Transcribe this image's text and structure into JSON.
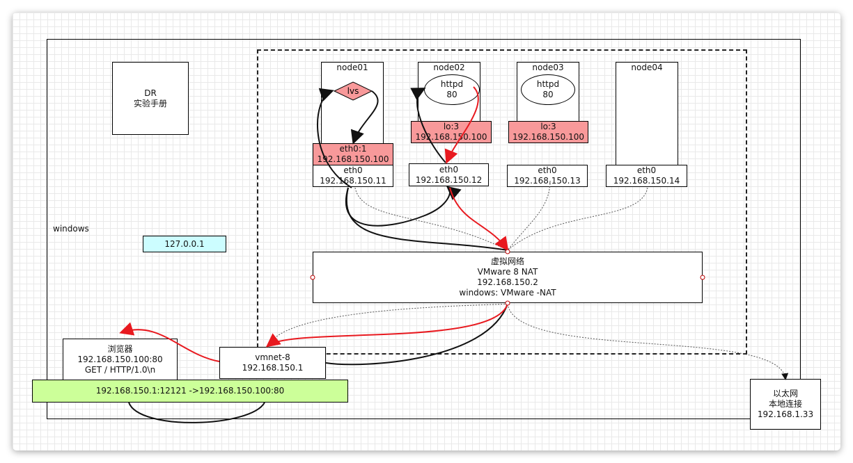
{
  "windows_label": "windows",
  "dr": {
    "title": "DR",
    "subtitle": "实验手册"
  },
  "localhost": "127.0.0.1",
  "nodes": [
    {
      "name": "node01",
      "eth": "eth0\n192.168.150.11",
      "vip": "eth0:1\n192.168.150.100",
      "service": "lvs"
    },
    {
      "name": "node02",
      "eth": "eth0\n192.168.150.12",
      "vip": "lo:3\n192.168.150.100",
      "service": "httpd\n80"
    },
    {
      "name": "node03",
      "eth": "eth0\n192.168.150.13",
      "vip": "lo:3\n192.168.150.100",
      "service": "httpd\n80"
    },
    {
      "name": "node04",
      "eth": "eth0\n192.168.150.14"
    }
  ],
  "virtual_net": {
    "text": "虚拟网络\nVMware 8   NAT\n192.168.150.2\nwindows: VMware -NAT"
  },
  "browser": {
    "text": "浏览器\n192.168.150.100:80\nGET / HTTP/1.0\\n"
  },
  "vmnet": {
    "text": "vmnet-8\n192.168.150.1"
  },
  "connection": "192.168.150.1:12121 ->192.168.150.100:80",
  "ethernet": {
    "text": "以太网\n本地连接\n192.168.1.33"
  },
  "colors": {
    "red": "#f8999a",
    "cyan": "#ccfdff",
    "green": "#ccff99",
    "arrow_red": "#e8191f"
  }
}
